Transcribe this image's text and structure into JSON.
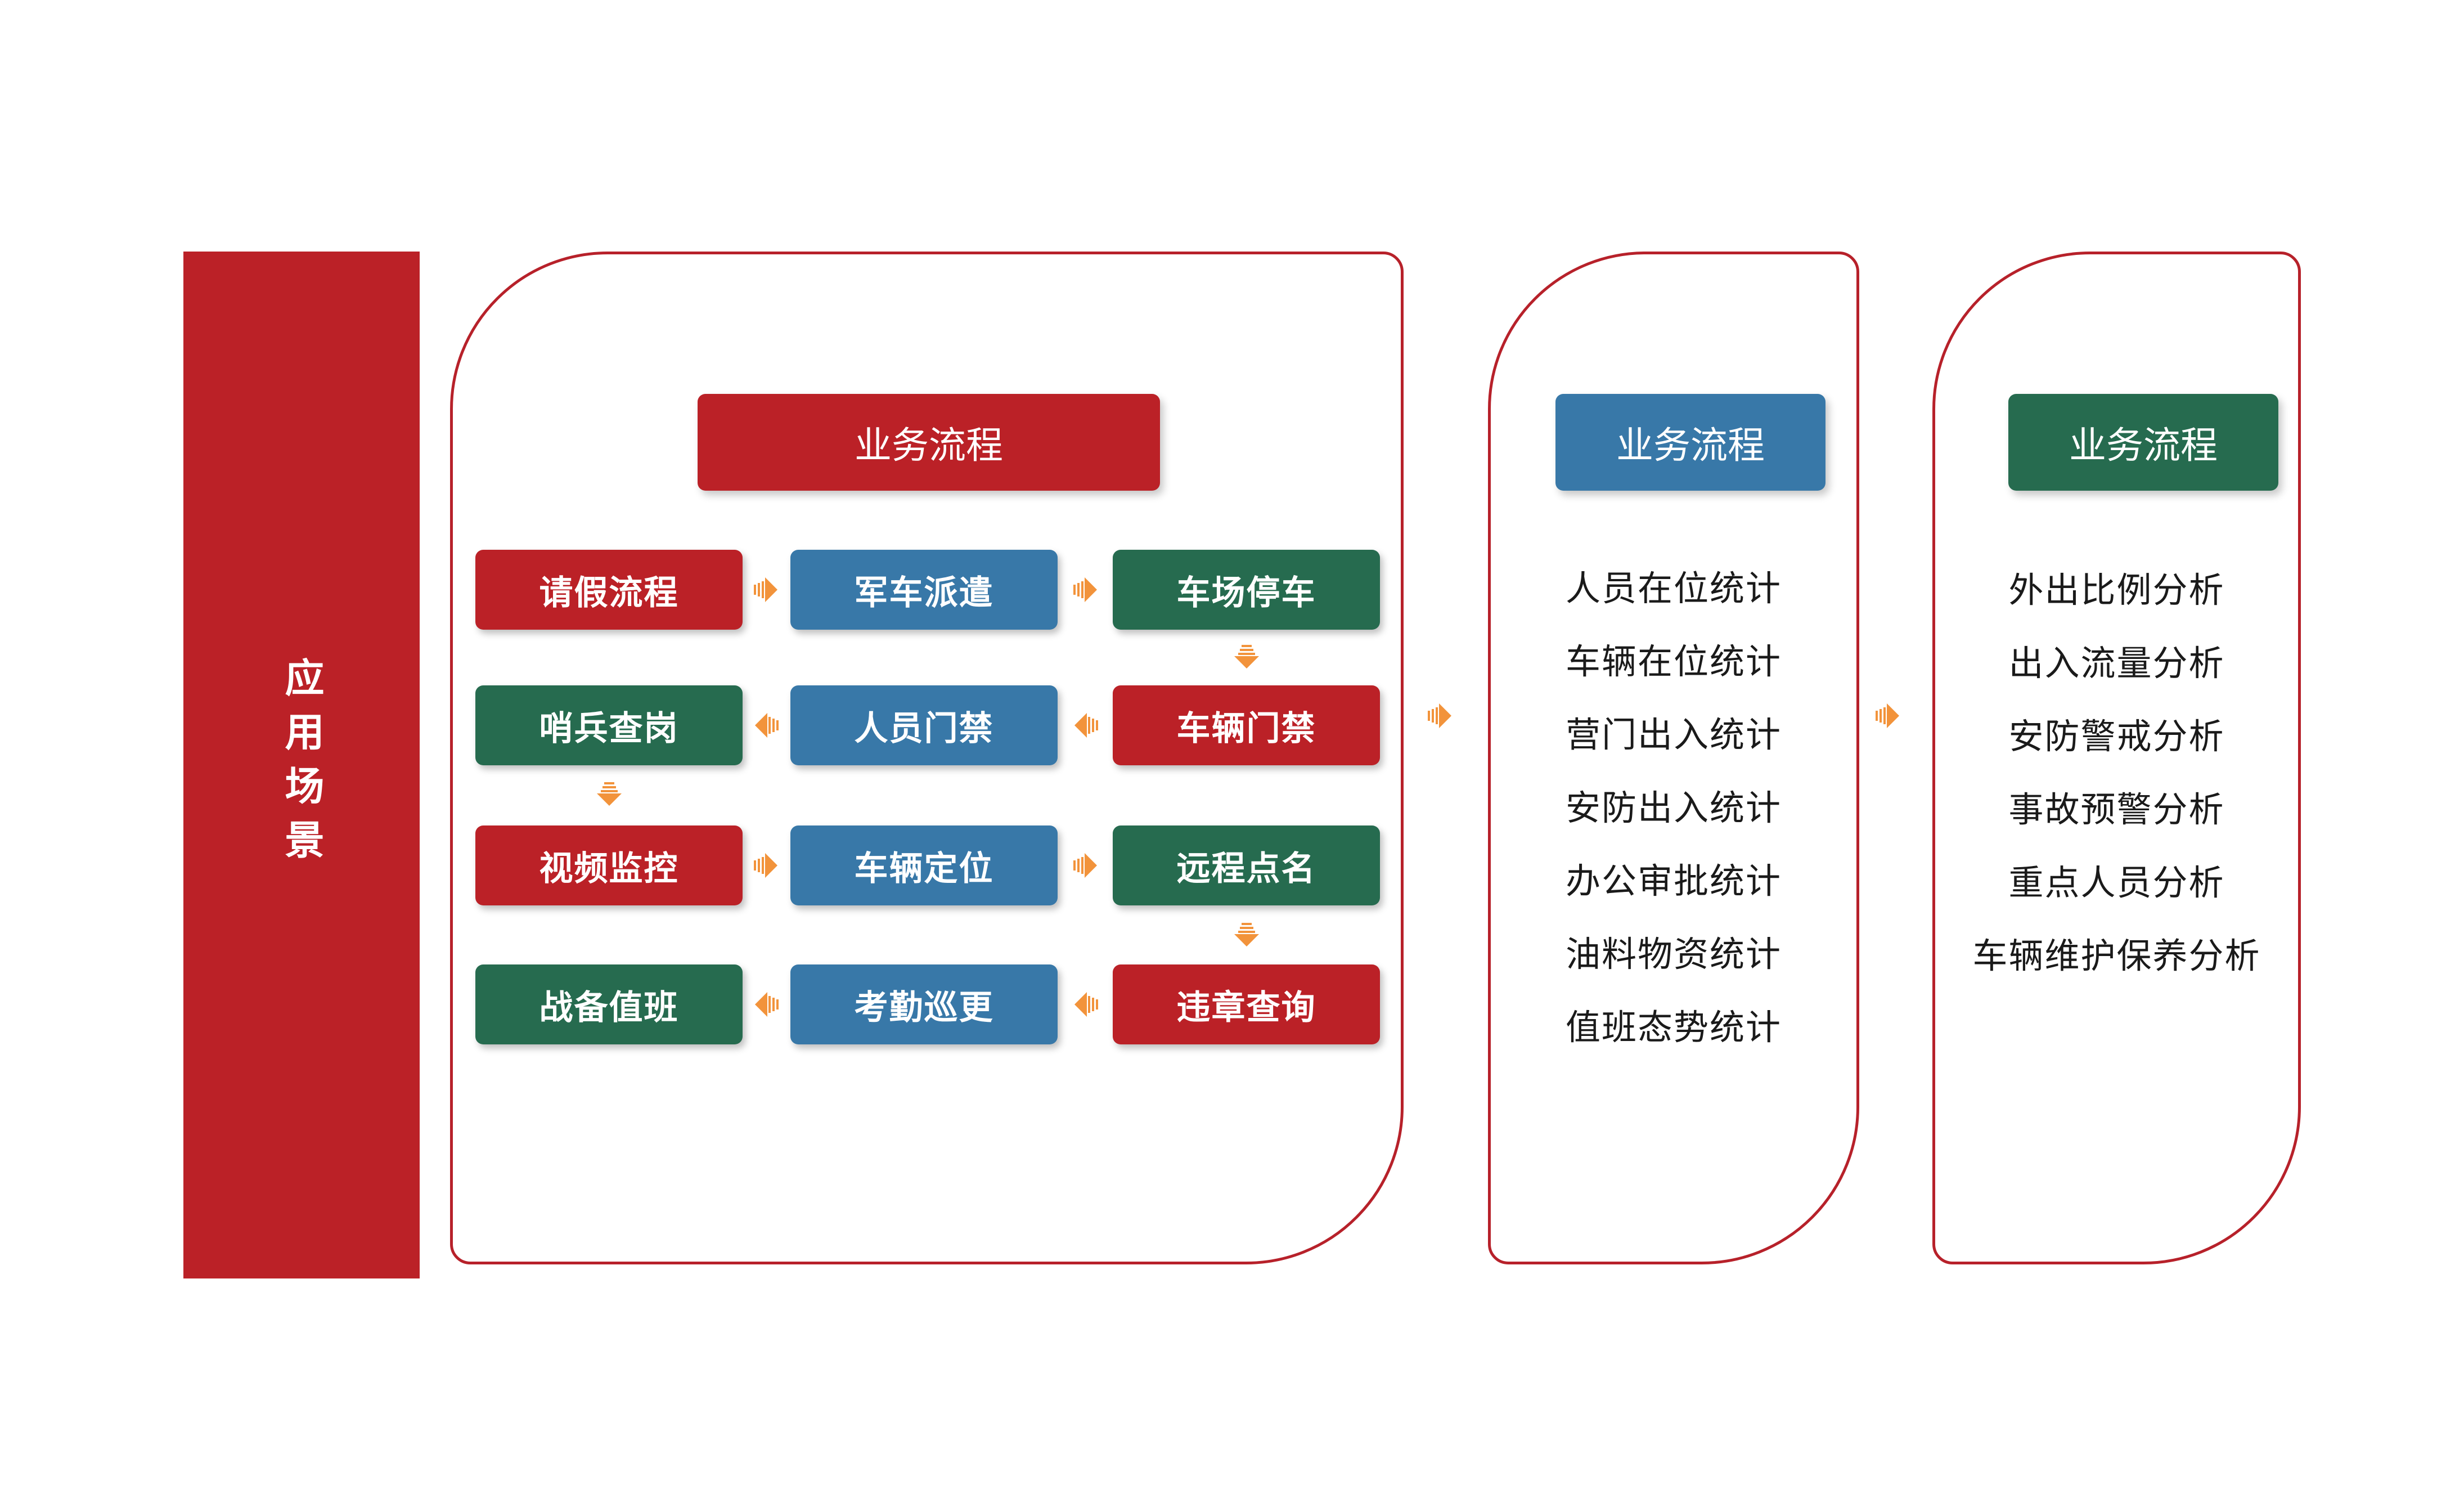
{
  "colors": {
    "red": "#BB2127",
    "blue": "#3878A8",
    "green": "#266B4F",
    "orange_arrow": "#F2933B",
    "panel_border": "#B7212A",
    "list_text": "#1A1A1A"
  },
  "sidebar": {
    "title": "应用场景"
  },
  "panels": {
    "flow": {
      "header": "业务流程",
      "rows": [
        {
          "cells": [
            {
              "label": "请假流程",
              "color": "red"
            },
            {
              "label": "军车派遣",
              "color": "blue"
            },
            {
              "label": "车场停车",
              "color": "green"
            }
          ]
        },
        {
          "cells": [
            {
              "label": "哨兵查岗",
              "color": "green"
            },
            {
              "label": "人员门禁",
              "color": "blue"
            },
            {
              "label": "车辆门禁",
              "color": "red"
            }
          ]
        },
        {
          "cells": [
            {
              "label": "视频监控",
              "color": "red"
            },
            {
              "label": "车辆定位",
              "color": "blue"
            },
            {
              "label": "远程点名",
              "color": "green"
            }
          ]
        },
        {
          "cells": [
            {
              "label": "战备值班",
              "color": "green"
            },
            {
              "label": "考勤巡更",
              "color": "blue"
            },
            {
              "label": "违章查询",
              "color": "red"
            }
          ]
        }
      ]
    },
    "stats": {
      "header": "业务流程",
      "items": [
        "人员在位统计",
        "车辆在位统计",
        "营门出入统计",
        "安防出入统计",
        "办公审批统计",
        "油料物资统计",
        "值班态势统计"
      ]
    },
    "analysis": {
      "header": "业务流程",
      "items": [
        "外出比例分析",
        "出入流量分析",
        "安防警戒分析",
        "事故预警分析",
        "重点人员分析",
        "车辆维护保养分析"
      ]
    }
  }
}
